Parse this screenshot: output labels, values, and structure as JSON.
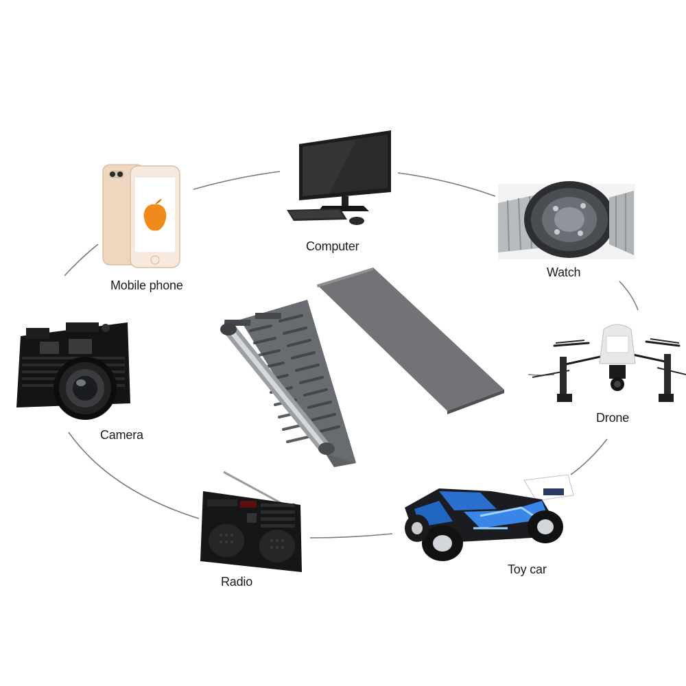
{
  "devices": {
    "computer": {
      "label": "Computer",
      "icon": "computer-icon"
    },
    "mobile_phone": {
      "label": "Mobile phone",
      "icon": "mobile-phone-icon"
    },
    "watch": {
      "label": "Watch",
      "icon": "watch-icon"
    },
    "camera": {
      "label": "Camera",
      "icon": "camera-icon"
    },
    "drone": {
      "label": "Drone",
      "icon": "drone-icon"
    },
    "radio": {
      "label": "Radio",
      "icon": "radio-icon"
    },
    "toy_car": {
      "label": "Toy car",
      "icon": "toy-car-icon"
    }
  },
  "center_product": {
    "icon": "screwdriver-bit-kit-icon"
  },
  "colors": {
    "connector_line": "#7a7a7a",
    "kit_body": "#6b6e72",
    "kit_lid": "#6e6f72",
    "phone_gold": "#efd7bf",
    "label_text": "#1a1a1a"
  }
}
